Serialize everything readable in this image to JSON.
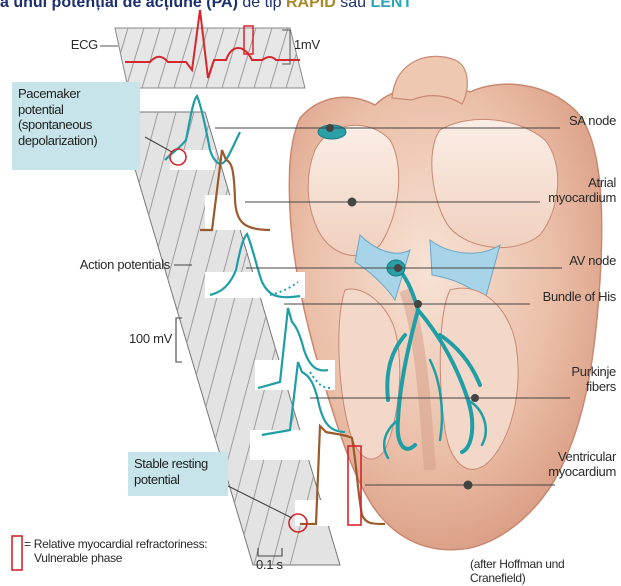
{
  "header": {
    "part1": "a unui potențial de acțiune (PA)",
    "part2": " de tip ",
    "part3": "RAPID",
    "part4": " sau ",
    "part5": "LENT"
  },
  "ecg": {
    "label": "ECG",
    "scale": "1mV"
  },
  "callouts": {
    "pacemaker": [
      "Pacemaker",
      "potential",
      "(spontaneous",
      "depolarization)"
    ],
    "resting": [
      "Stable resting",
      "potential"
    ]
  },
  "labels": {
    "action_potentials": "Action potentials",
    "voltage_scale": "100 mV",
    "time_scale": "0.1 s",
    "refractory": [
      "= Relative myocardial refractoriness:",
      "Vulnerable phase"
    ],
    "credit": "(after Hoffman und Cranefield)"
  },
  "structures": [
    {
      "id": "sa",
      "lines": [
        "SA node"
      ]
    },
    {
      "id": "atrial",
      "lines": [
        "Atrial",
        "myocardium"
      ]
    },
    {
      "id": "av",
      "lines": [
        "AV node"
      ]
    },
    {
      "id": "his",
      "lines": [
        "Bundle of His"
      ]
    },
    {
      "id": "purkinje",
      "lines": [
        "Purkinje",
        "fibers"
      ]
    },
    {
      "id": "ventricular",
      "lines": [
        "Ventricular",
        "myocardium"
      ]
    }
  ],
  "colors": {
    "title_dark": "#1c2f6e",
    "title_rapid": "#a9882a",
    "title_lent": "#2aa6b8",
    "ecg_trace": "#d6262c",
    "ap_teal": "#1f9ea6",
    "ap_brown": "#9a5a2c",
    "callout_bg": "#c7e4ea",
    "strip_fill": "#e3e3e3"
  }
}
